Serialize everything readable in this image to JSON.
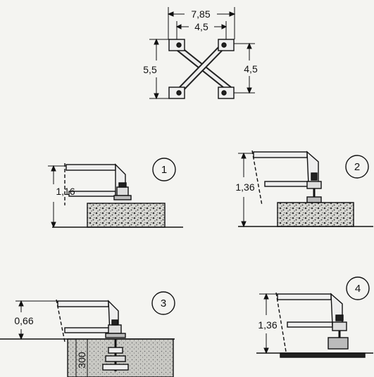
{
  "top_view": {
    "overall_width": "7,85",
    "inner_width": "4,5",
    "left_height": "5,5",
    "right_height": "4,5"
  },
  "configs": [
    {
      "number": "1",
      "height": "1,16"
    },
    {
      "number": "2",
      "height": "1,36"
    },
    {
      "number": "3",
      "height": "0,66",
      "depth": "300"
    },
    {
      "number": "4",
      "height": "1,36"
    }
  ]
}
